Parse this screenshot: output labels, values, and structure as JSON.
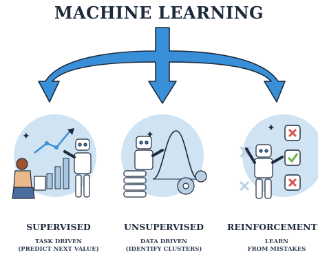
{
  "title": "MACHINE LEARNING",
  "colors": {
    "arrow": "#3a8fd9",
    "arrow_outline": "#1d2a3c",
    "circle": "#cfe3f3",
    "ink": "#1d2a3c"
  },
  "categories": [
    {
      "name": "SUPERVISED",
      "lines": [
        "TASK DRIVEN",
        "(PREDICT NEXT VALUE)"
      ],
      "icons": [
        "person-icon",
        "robot-icon",
        "chart-icon"
      ]
    },
    {
      "name": "UNSUPERVISED",
      "lines": [
        "DATA DRIVEN",
        "(IDENTIFY CLUSTERS)"
      ],
      "icons": [
        "robot-icon",
        "server-icon",
        "gear-icon"
      ]
    },
    {
      "name": "REINFORCEMENT",
      "lines": [
        "LEARN",
        "FROM MISTAKES"
      ],
      "icons": [
        "robot-icon",
        "cross-icon",
        "check-icon"
      ]
    }
  ]
}
